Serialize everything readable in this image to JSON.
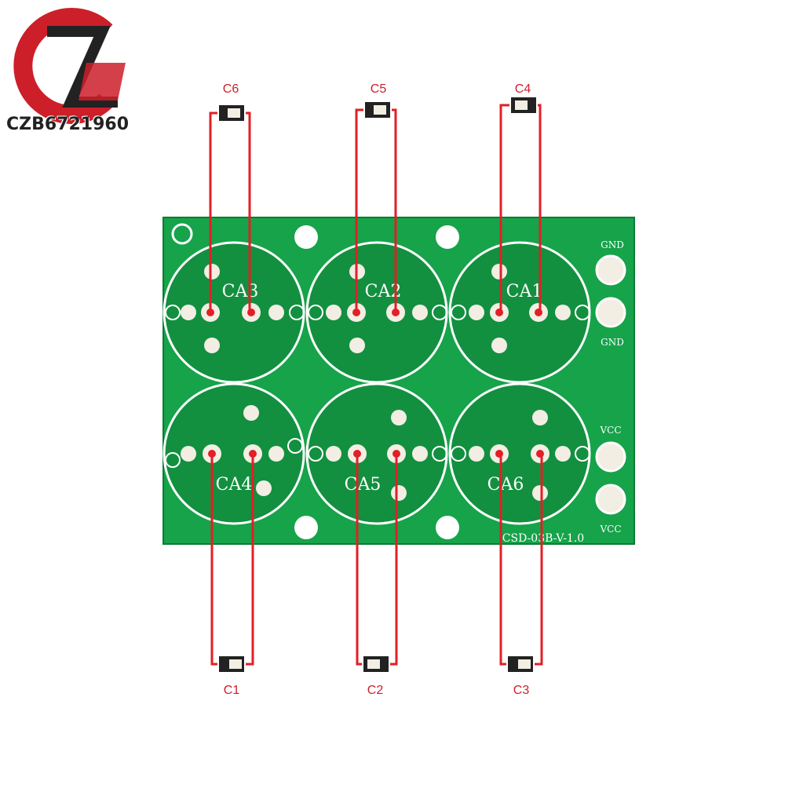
{
  "brand": {
    "name": "CZB6721960",
    "accent_color": "#cc1f2a",
    "dark_color": "#222222"
  },
  "board": {
    "silkscreen_id": "CSD-03B-V-1.0",
    "pad_labels": {
      "gnd_top": "GND",
      "gnd_bottom": "GND",
      "vcc_top": "VCC",
      "vcc_bottom": "VCC"
    },
    "capacitor_footprints": [
      "CA1",
      "CA2",
      "CA3",
      "CA4",
      "CA5",
      "CA6"
    ],
    "board_color": "#16a34a",
    "pad_color": "#f2eee4"
  },
  "external_capacitors": {
    "top": [
      "C6",
      "C5",
      "C4"
    ],
    "bottom": [
      "C1",
      "C2",
      "C3"
    ],
    "wire_color": "#e21f26"
  }
}
